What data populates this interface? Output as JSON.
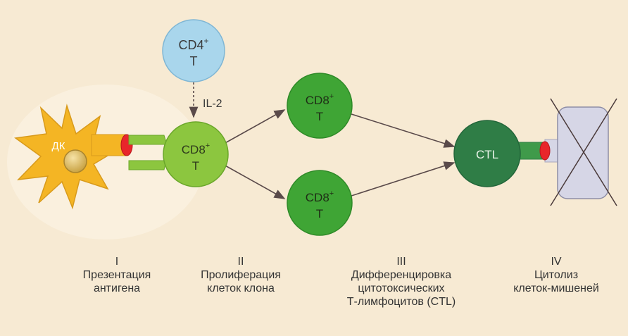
{
  "diagram": {
    "cells": {
      "dk": "ДК",
      "cd4": {
        "name": "CD4",
        "sup": "+",
        "type": "T"
      },
      "cd8": {
        "name": "CD8",
        "sup": "+",
        "type": "T"
      },
      "ctl": "CTL"
    },
    "il2": "IL-2"
  },
  "stages": [
    {
      "num": "I",
      "line1": "Презентация",
      "line2": "антигена",
      "line3": ""
    },
    {
      "num": "II",
      "line1": "Пролиферация",
      "line2": "клеток клона",
      "line3": ""
    },
    {
      "num": "III",
      "line1": "Дифференцировка",
      "line2": "цитотоксических",
      "line3": "Т-лимфоцитов (CTL)"
    },
    {
      "num": "IV",
      "line1": "Цитолиз",
      "line2": "клеток-мишеней",
      "line3": ""
    }
  ],
  "colors": {
    "background": "#f7ead3",
    "dendritic_cell": "#f4b524",
    "cd4_cell": "#a9d6ec",
    "cd8_main": "#8cc63f",
    "cd8_diff": "#3fa535",
    "ctl": "#2f7d46",
    "target_cell": "#d6d6e6",
    "receptor": "#e8262b"
  }
}
